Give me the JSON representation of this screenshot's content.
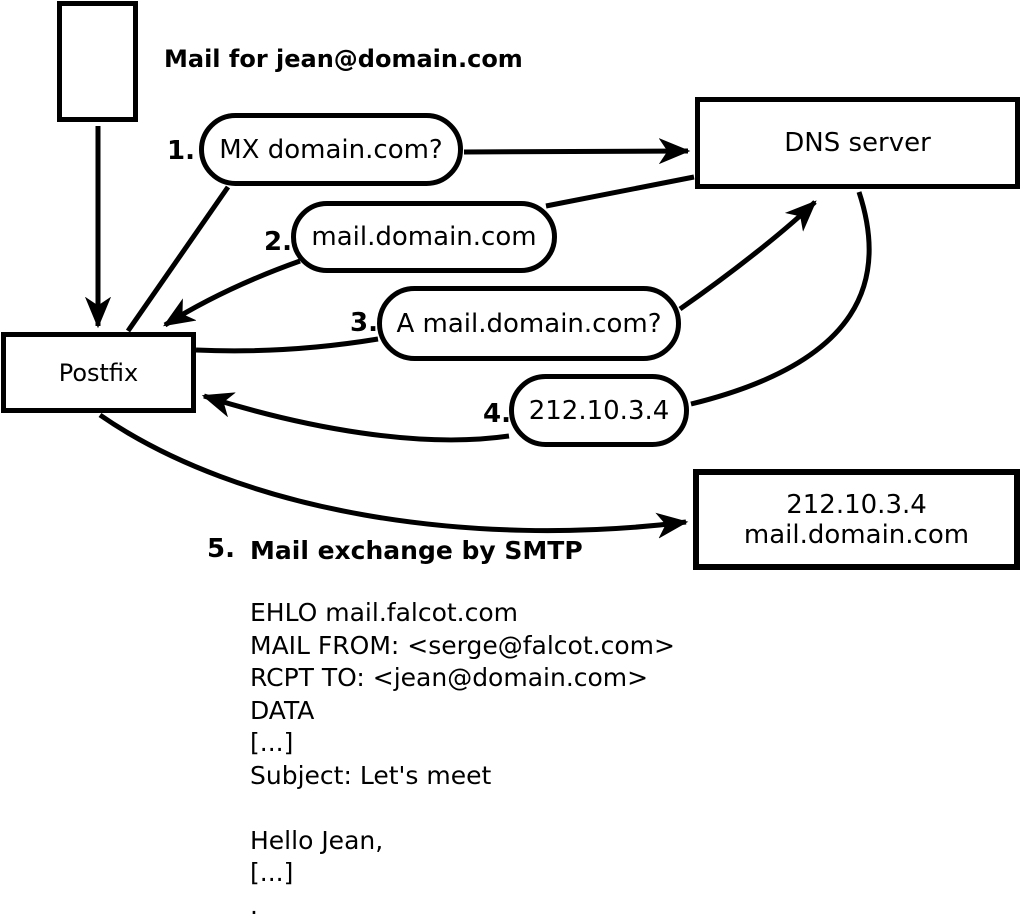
{
  "header": {
    "label": "Mail for jean@domain.com"
  },
  "nodes": {
    "postfix": {
      "label": "Postfix"
    },
    "dns": {
      "label": "DNS server"
    },
    "target": {
      "line1": "212.10.3.4",
      "line2": "mail.domain.com"
    }
  },
  "steps": [
    {
      "num": "1.",
      "label": "MX domain.com?"
    },
    {
      "num": "2.",
      "label": "mail.domain.com"
    },
    {
      "num": "3.",
      "label": "A mail.domain.com?"
    },
    {
      "num": "4.",
      "label": "212.10.3.4"
    },
    {
      "num": "5.",
      "label": "Mail exchange by SMTP"
    }
  ],
  "smtp_session": {
    "text": "EHLO mail.falcot.com\nMAIL FROM: <serge@falcot.com>\nRCPT TO: <jean@domain.com>\nDATA\n[...]\nSubject: Let's meet\n\nHello Jean,\n[...]\n."
  },
  "colors": {
    "ink": "#000000",
    "background": "#ffffff"
  }
}
